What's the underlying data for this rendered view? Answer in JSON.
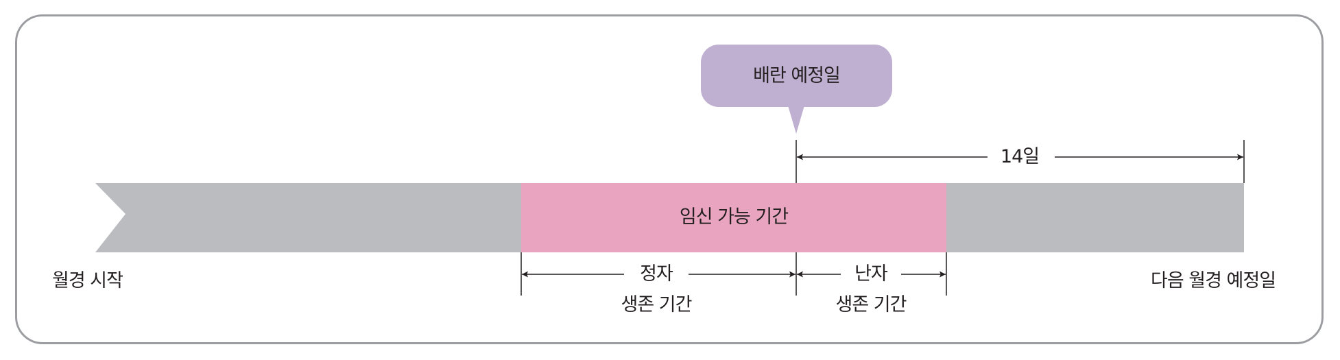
{
  "colors": {
    "frame": "#9c9da1",
    "cycle_bar": "#bbbcc0",
    "fertile_window": "#e9a5c0",
    "ovulation_bubble": "#bfafd0",
    "line": "#231f20"
  },
  "bubble": {
    "label": "배란 예정일"
  },
  "interval_top": {
    "label": "14일"
  },
  "bar": {
    "fertile_label": "임신 가능 기간"
  },
  "start_label": "월경 시작",
  "end_label": "다음 월경 예정일",
  "sperm": {
    "line1": "정자",
    "line2": "생존 기간"
  },
  "egg": {
    "line1": "난자",
    "line2": "생존 기간"
  }
}
